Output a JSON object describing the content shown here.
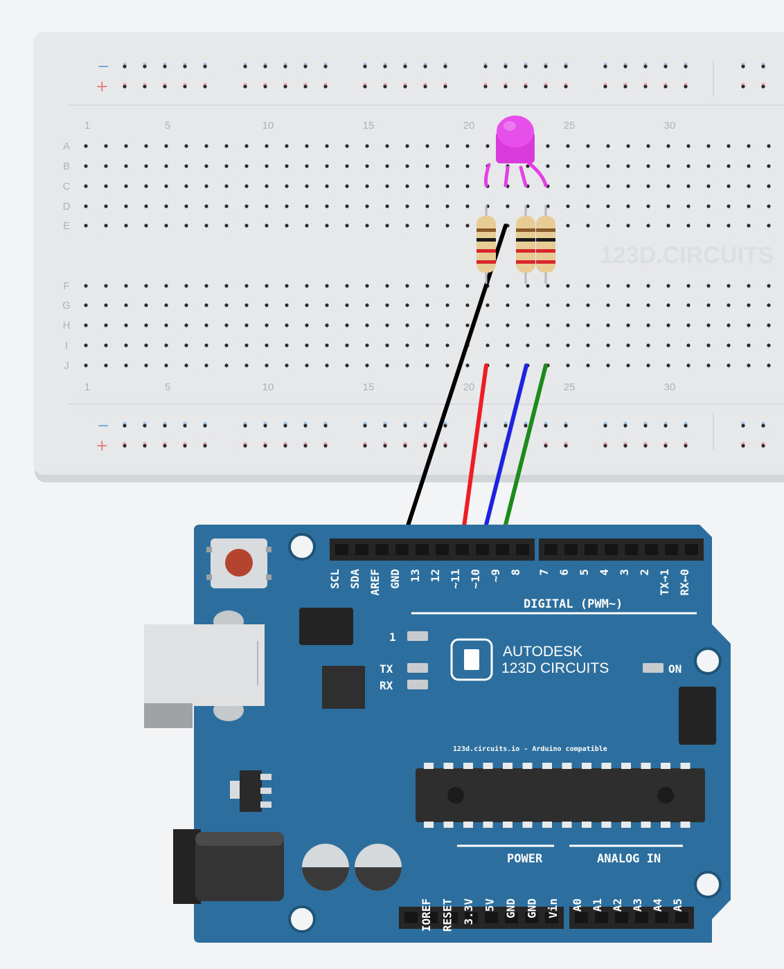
{
  "breadboard": {
    "column_numbers": [
      "1",
      "5",
      "10",
      "15",
      "20",
      "25",
      "30"
    ],
    "rows_top": [
      "A",
      "B",
      "C",
      "D",
      "E"
    ],
    "rows_bottom": [
      "F",
      "G",
      "H",
      "I",
      "J"
    ],
    "rail_minus": "−",
    "rail_plus": "+",
    "watermark": "123D.CIRCUITS"
  },
  "components": {
    "led": {
      "type": "RGB LED",
      "color": "#e53ee8"
    },
    "resistor_count": 3,
    "resistor_colors": [
      "#8a5a2b",
      "#1a1a1a",
      "#d8262b"
    ]
  },
  "wires": [
    {
      "name": "gnd-wire",
      "color": "#000000",
      "from": "common cathode",
      "to": "GND"
    },
    {
      "name": "red-wire",
      "color": "#ee1c24",
      "from": "red leg",
      "to": "~11"
    },
    {
      "name": "blue-wire",
      "color": "#1e23e0",
      "from": "blue leg",
      "to": "~10"
    },
    {
      "name": "green-wire",
      "color": "#1d8a1d",
      "from": "green leg",
      "to": "~9"
    }
  ],
  "arduino": {
    "board_color": "#2c6f9f",
    "header_top_left": [
      "SCL",
      "SDA",
      "AREF",
      "GND",
      "13",
      "12",
      "~11",
      "~10",
      "~9",
      "8"
    ],
    "header_top_right": [
      "7",
      "6",
      "5",
      "4",
      "3",
      "2",
      "TX→1",
      "RX←0"
    ],
    "digital_label": "DIGITAL (PWM~)",
    "led_l": "1",
    "led_tx": "TX",
    "led_rx": "RX",
    "brand_line1": "AUTODESK",
    "brand_line2": "123D CIRCUITS",
    "on_label": "ON",
    "footer_text": "123d.circuits.io - Arduino compatible",
    "power_label": "POWER",
    "analog_label": "ANALOG IN",
    "power_pins": [
      "IOREF",
      "RESET",
      "3.3V",
      "5V",
      "GND",
      "GND",
      "Vin"
    ],
    "analog_pins": [
      "A0",
      "A1",
      "A2",
      "A3",
      "A4",
      "A5"
    ]
  }
}
